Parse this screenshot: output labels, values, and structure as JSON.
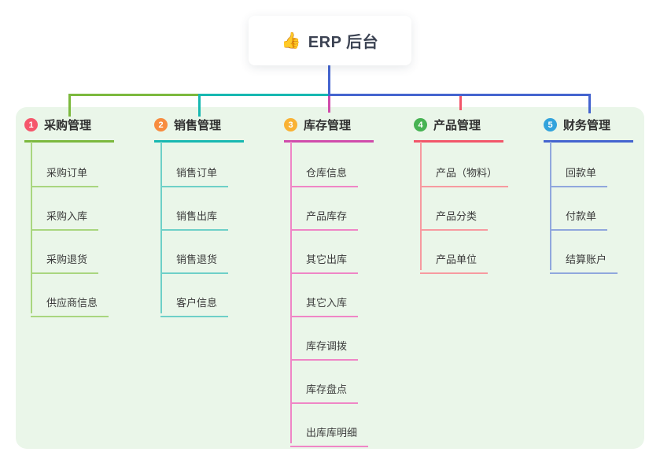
{
  "root": {
    "title": "ERP 后台",
    "icon": {
      "name": "thumbs-up",
      "char": "👍"
    }
  },
  "palette": {
    "canvas_bg": "#ffffff",
    "panel_bg": "#eaf6e9",
    "connector": "#4464cf"
  },
  "branches": [
    {
      "num": "1",
      "title": "采购管理",
      "badge_color": "#f5576c",
      "line_color": "#7cb93e",
      "child_line_color": "#a9d67f",
      "children": [
        "采购订单",
        "采购入库",
        "采购退货",
        "供应商信息"
      ]
    },
    {
      "num": "2",
      "title": "销售管理",
      "badge_color": "#f78c3f",
      "line_color": "#17b8b1",
      "child_line_color": "#6ed0c8",
      "children": [
        "销售订单",
        "销售出库",
        "销售退货",
        "客户信息"
      ]
    },
    {
      "num": "3",
      "title": "库存管理",
      "badge_color": "#f9b234",
      "line_color": "#d04cab",
      "child_line_color": "#ef86c6",
      "children": [
        "仓库信息",
        "产品库存",
        "其它出库",
        "其它入库",
        "库存调拨",
        "库存盘点",
        "出库库明细"
      ]
    },
    {
      "num": "4",
      "title": "产品管理",
      "badge_color": "#47b353",
      "line_color": "#f2566a",
      "child_line_color": "#f79aa0",
      "children": [
        "产品（物料）",
        "产品分类",
        "产品单位"
      ]
    },
    {
      "num": "5",
      "title": "财务管理",
      "badge_color": "#33a3dc",
      "line_color": "#4464cf",
      "child_line_color": "#90a7dd",
      "children": [
        "回款单",
        "付款单",
        "结算账户"
      ]
    }
  ]
}
